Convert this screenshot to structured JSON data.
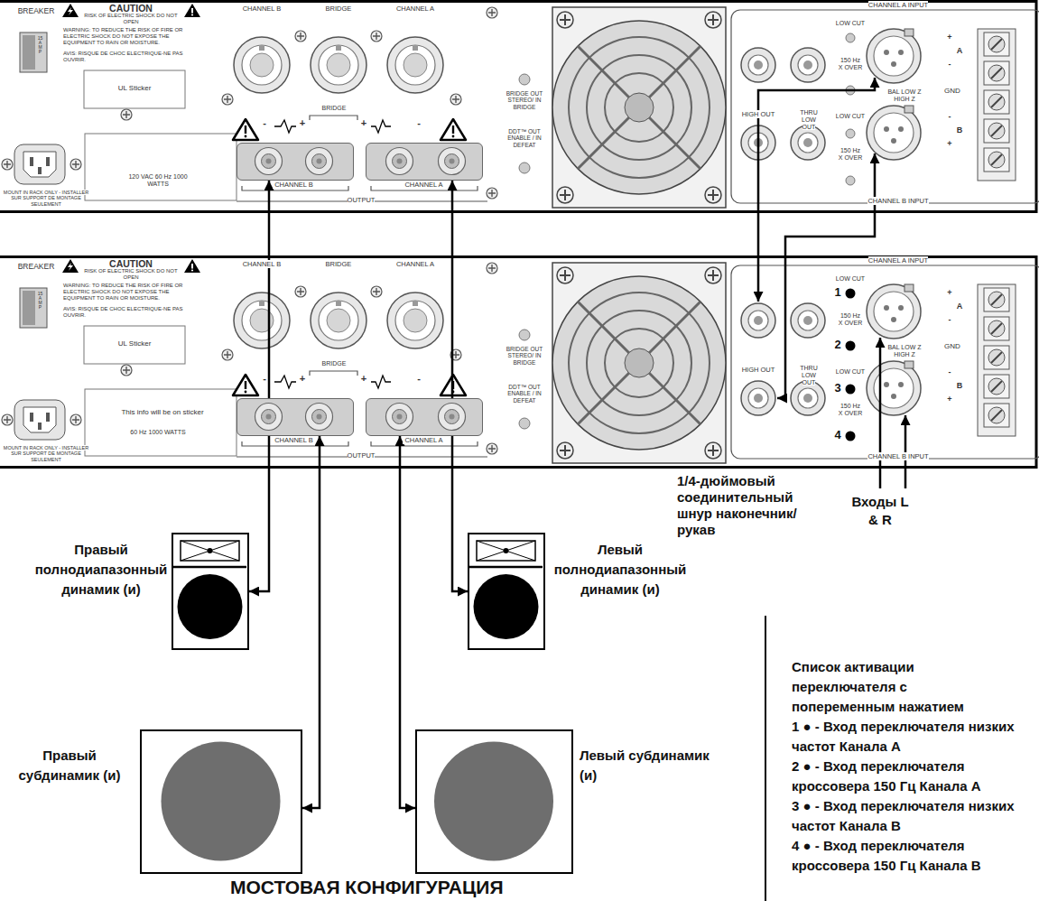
{
  "diagram": {
    "title": "МОСТОВАЯ КОНФИГУРАЦИЯ",
    "nodes": [
      {
        "text": [
          "CHANNEL B"
        ]
      },
      {
        "text": [
          "CHANNEL A"
        ]
      },
      {
        "text": [
          "CHANNEL B"
        ]
      },
      {
        "text": [
          "CHANNEL A"
        ]
      },
      {
        "text": [
          "Правый полнодиапазонный динамик (и)"
        ]
      },
      {
        "text": [
          "Левый полнодиапазонный динамик (и)"
        ]
      },
      {
        "text": [
          "Правый субдинамик (и)"
        ]
      },
      {
        "text": [
          "Левый субдинамик (и)"
        ]
      }
    ],
    "edges": [
      {
        "from": 0,
        "to": 4,
        "arrow": "both"
      },
      {
        "from": 1,
        "to": 5,
        "arrow": "both"
      },
      {
        "from": 2,
        "to": 6,
        "arrow": "both"
      },
      {
        "from": 3,
        "to": 7,
        "arrow": "both"
      }
    ],
    "labels": [
      "BREAKER",
      "15 AMP",
      "CAUTION",
      "RISK OF ELECTRIC SHOCK DO NOT OPEN",
      "WARNING: TO REDUCE THE RISK OF FIRE OR ELECTRIC SHOCK DO NOT EXPOSE THE EQUIPMENT TO RAIN OR MOISTURE.",
      "AVIS: RISQUE DE CHOC ELECTRIQUE-NE PAS OUVRIR.",
      "UL Sticker",
      "MOUNT IN RACK ONLY - INSTALLER SUR SUPPORT DE MONTAGE SEULEMENT",
      "CHANNEL B",
      "BRIDGE",
      "CHANNEL A",
      "-",
      "+",
      "BRIDGE",
      "+",
      "-",
      "OUTPUT",
      "BRIDGE OUT STEREO/ IN BRIDGE",
      "DDT™ OUT ENABLE / IN DEFEAT",
      "CHANNEL A INPUT",
      "LOW CUT",
      "150 Hz X OVER",
      "HIGH OUT",
      "THRU LOW OUT",
      "LOW CUT",
      "150 Hz X OVER",
      "BAL LOW Z HIGH Z",
      "+",
      "A",
      "-",
      "GND",
      "-",
      "B",
      "+",
      "CHANNEL B INPUT",
      "120 VAC 60 Hz 1000 WATTS",
      "BREAKER",
      "15 AMP",
      "CAUTION",
      "RISK OF ELECTRIC SHOCK DO NOT OPEN",
      "WARNING: TO REDUCE THE RISK OF FIRE OR ELECTRIC SHOCK DO NOT EXPOSE THE EQUIPMENT TO RAIN OR MOISTURE.",
      "AVIS: RISQUE DE CHOC ELECTRIQUE-NE PAS OUVRIR.",
      "UL Sticker",
      "MOUNT IN RACK ONLY - INSTALLER SUR SUPPORT DE MONTAGE SEULEMENT",
      "CHANNEL B",
      "BRIDGE",
      "CHANNEL A",
      "-",
      "+",
      "BRIDGE",
      "+",
      "-",
      "OUTPUT",
      "BRIDGE OUT STEREO/ IN BRIDGE",
      "DDT™ OUT ENABLE / IN DEFEAT",
      "CHANNEL A INPUT",
      "LOW CUT",
      "150 Hz X OVER",
      "HIGH OUT",
      "THRU LOW OUT",
      "LOW CUT",
      "150 Hz X OVER",
      "BAL LOW Z HIGH Z",
      "+",
      "A",
      "-",
      "GND",
      "-",
      "B",
      "+",
      "CHANNEL B INPUT",
      "This info will be on sticker",
      "60 Hz 1000 WATTS",
      "1",
      "2",
      "3",
      "4",
      "1/4-дюймовый соединительный шнур наконечник/рукав",
      "Входы L & R",
      "Список активации переключателя с попеременным нажатием",
      "1 ● - Вход переключателя низких частот Канала A",
      "2 ● - Вход переключателя кроссовера 150 Гц Канала A",
      "3 ● - Вход переключателя низких частот Канала B",
      "4 ● - Вход переключателя кроссовера 150 Гц Канала B"
    ]
  }
}
